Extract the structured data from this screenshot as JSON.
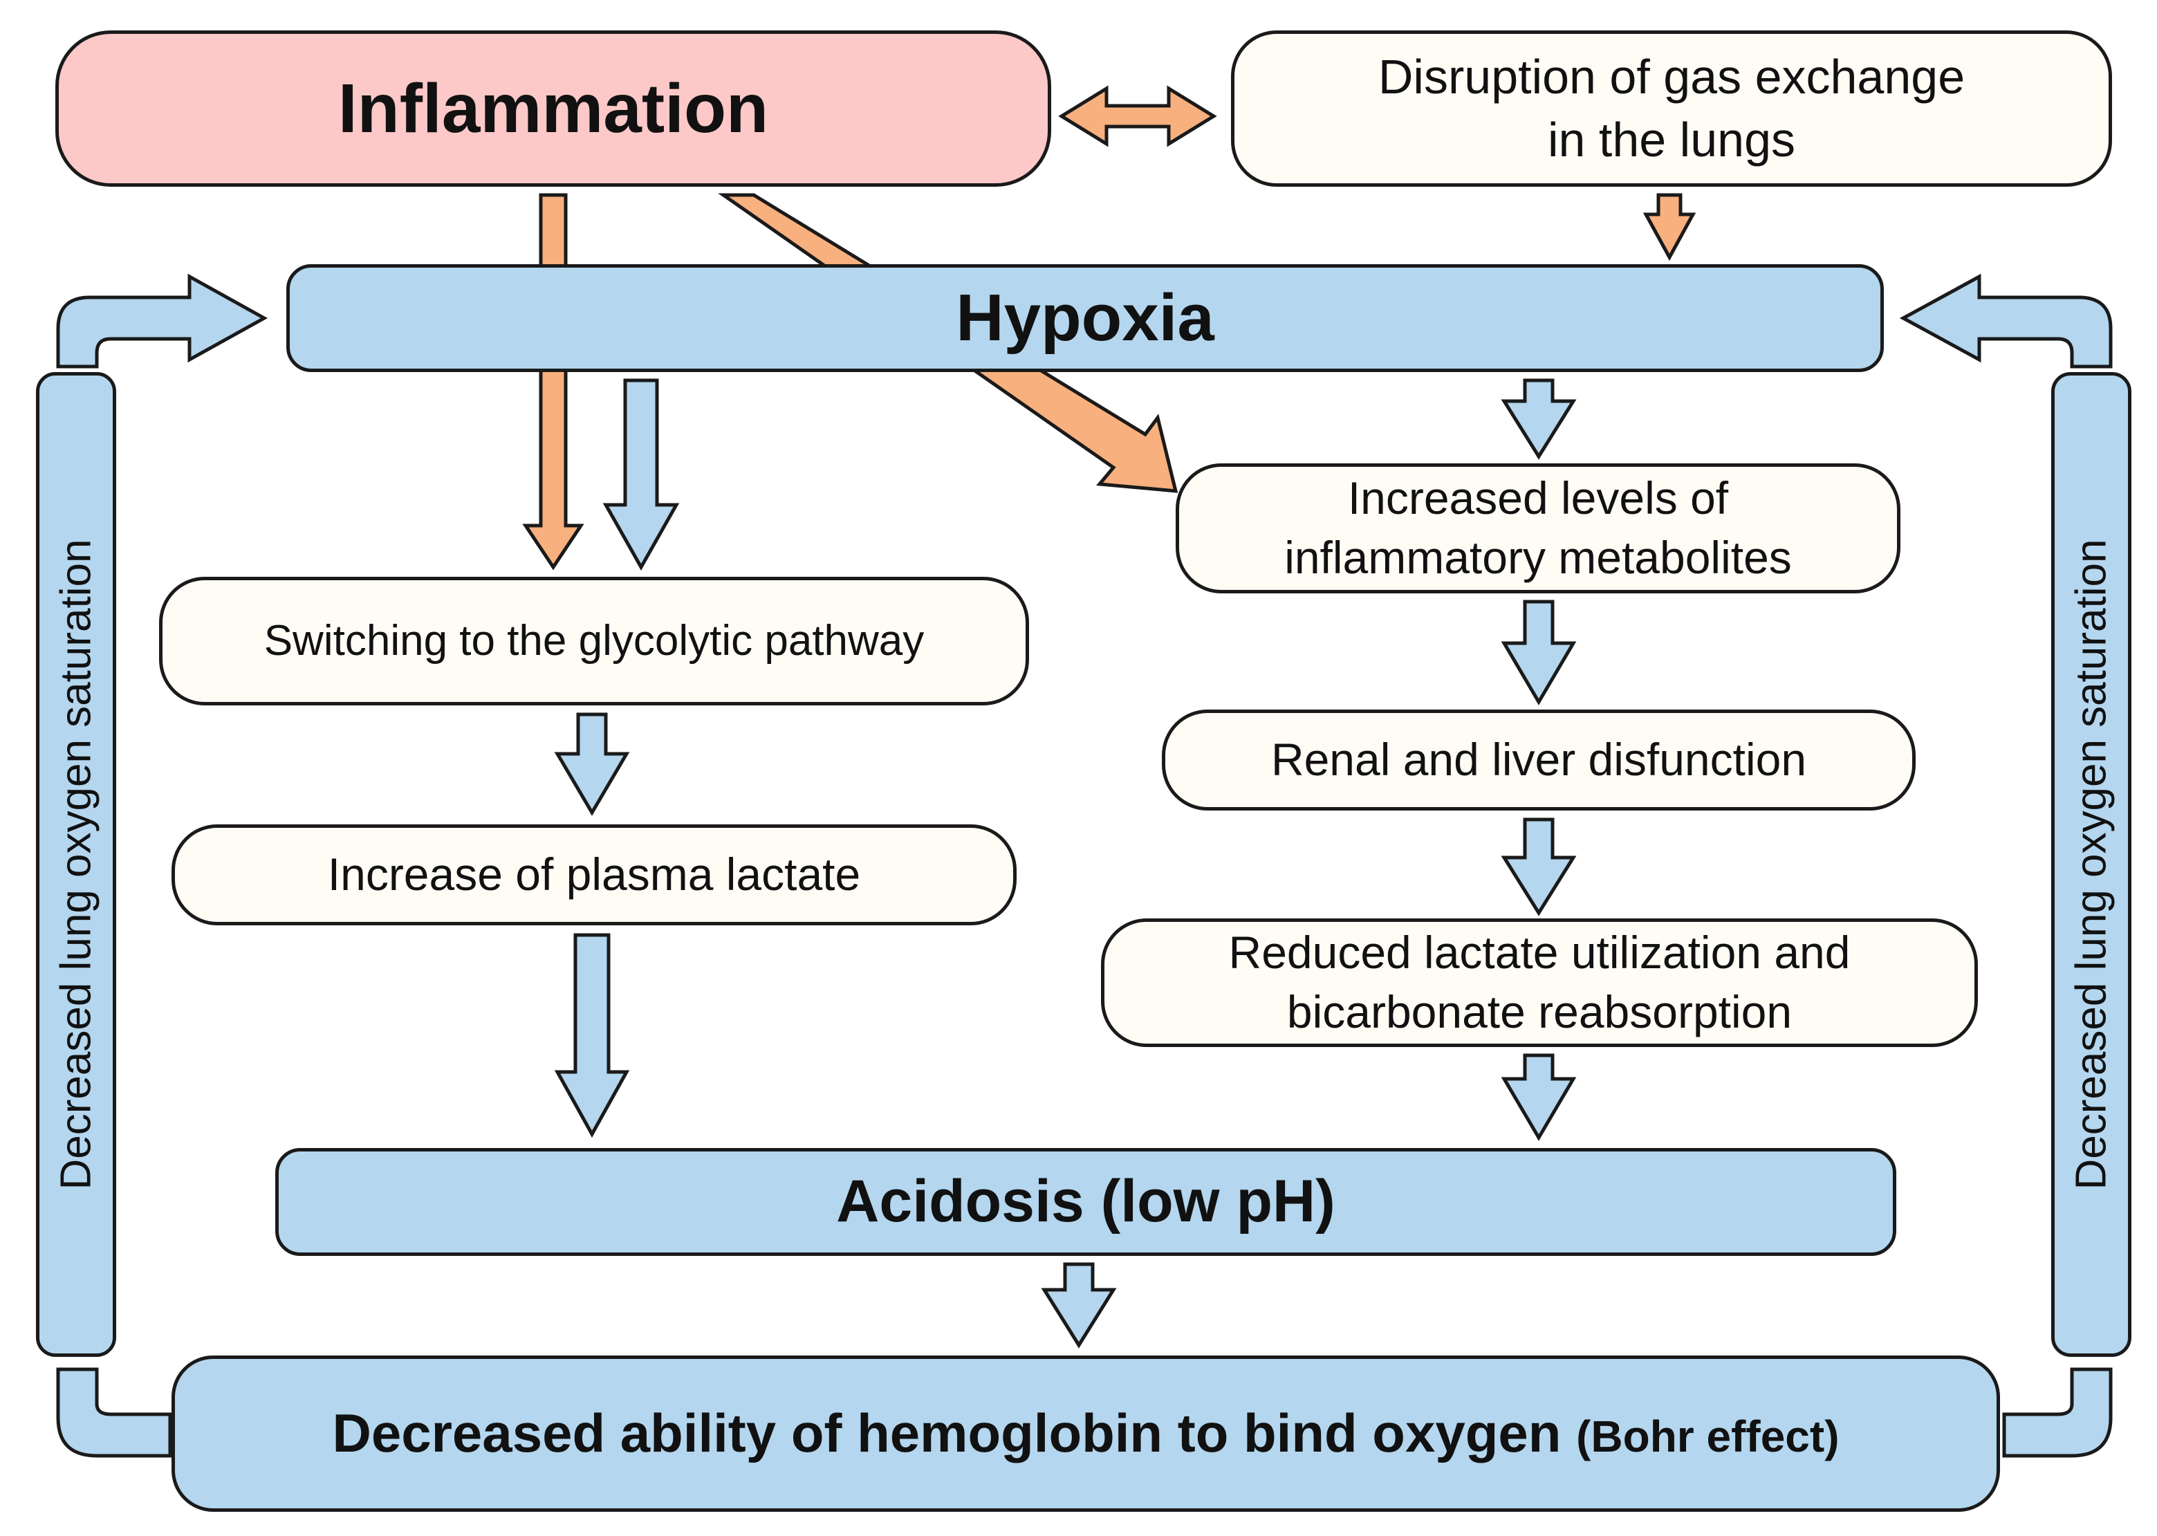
{
  "colors": {
    "blue_fill": "#b4d6ee",
    "orange_fill": "#f8b07e",
    "pink_fill": "#fdc8c8",
    "cream_fill": "#fffcf5",
    "outline": "#1a1a1a"
  },
  "nodes": {
    "inflammation": "Inflammation",
    "gas_exchange": {
      "line1": "Disruption of gas exchange",
      "line2": "in the lungs"
    },
    "hypoxia": "Hypoxia",
    "metabolites": {
      "line1": "Increased levels of",
      "line2": "inflammatory metabolites"
    },
    "glycolytic": "Switching to the glycolytic pathway",
    "renal_liver": "Renal and liver disfunction",
    "plasma_lactate": "Increase of plasma lactate",
    "lactate_util": {
      "line1": "Reduced lactate utilization and",
      "line2": "bicarbonate reabsorption"
    },
    "acidosis": "Acidosis (low pH)",
    "hemoglobin": {
      "main": "Decreased ability of hemoglobin to bind oxygen",
      "note": "(Bohr effect)"
    }
  },
  "side_labels": {
    "left": "Decreased lung oxygen saturation",
    "right": "Decreased lung oxygen saturation"
  }
}
